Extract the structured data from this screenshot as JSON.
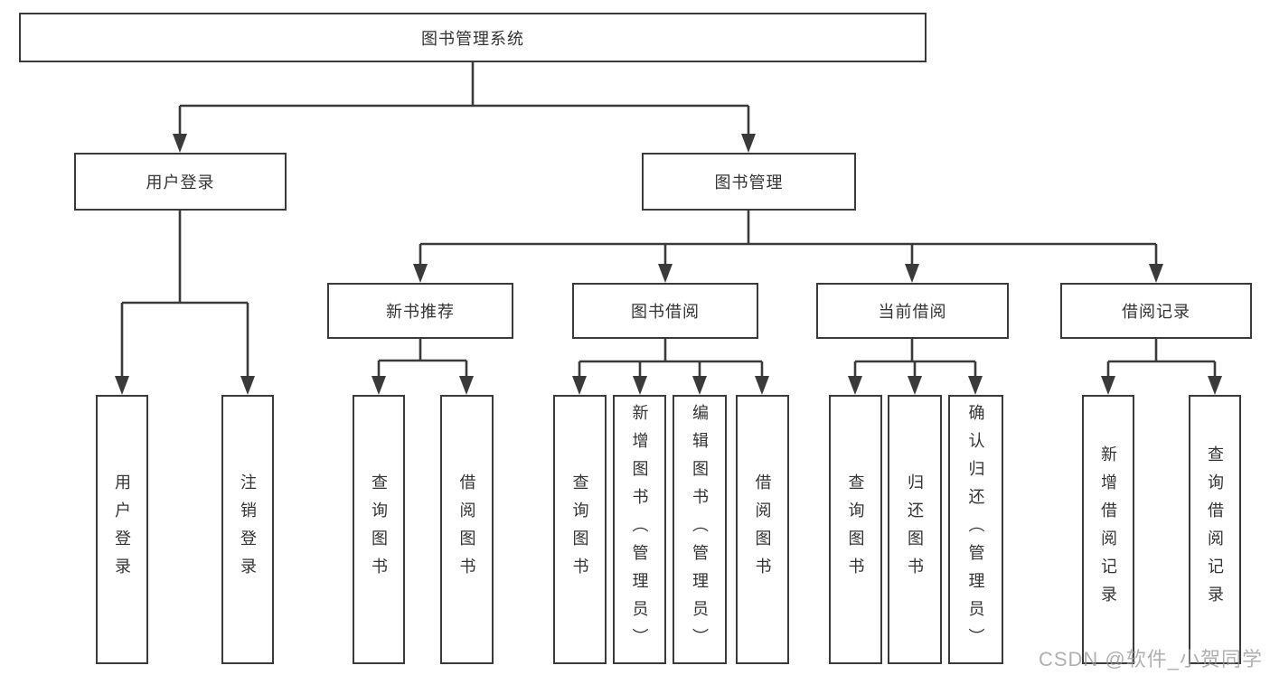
{
  "diagram": {
    "title_node": {
      "label": "图书管理系统"
    },
    "level2": [
      {
        "label": "用户登录"
      },
      {
        "label": "图书管理"
      }
    ],
    "level3": [
      {
        "label": "新书推荐"
      },
      {
        "label": "图书借阅"
      },
      {
        "label": "当前借阅"
      },
      {
        "label": "借阅记录"
      }
    ],
    "leaves": {
      "user_login": [
        {
          "label": "用户登录"
        },
        {
          "label": "注销登录"
        }
      ],
      "new_book_recommend": [
        {
          "label": "查询图书"
        },
        {
          "label": "借阅图书"
        }
      ],
      "book_borrow": [
        {
          "label": "查询图书"
        },
        {
          "label": "新增图书（管理员）"
        },
        {
          "label": "编辑图书（管理员）"
        },
        {
          "label": "借阅图书"
        }
      ],
      "current_borrow": [
        {
          "label": "查询图书"
        },
        {
          "label": "归还图书"
        },
        {
          "label": "确认归还（管理员）"
        }
      ],
      "borrow_records": [
        {
          "label": "新增借阅记录"
        },
        {
          "label": "查询借阅记录"
        }
      ]
    },
    "colors": {
      "line": "#3a3a3a",
      "text": "#333333",
      "box_background": "#ffffff",
      "watermark_text": "#969696"
    }
  },
  "watermark": {
    "text": "CSDN @软件_小贺同学"
  }
}
